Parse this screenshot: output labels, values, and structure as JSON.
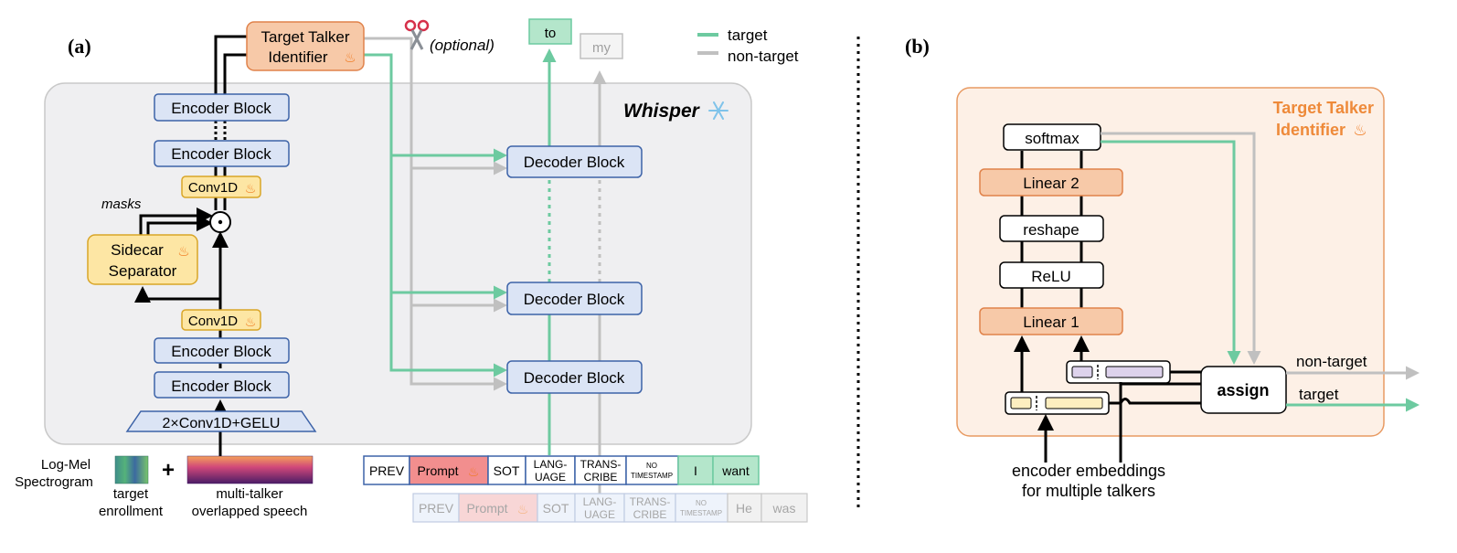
{
  "colors": {
    "target": "#6dcaa0",
    "non_target": "#c0c0c0",
    "block_fill": "#dbe4f5",
    "block_stroke": "#3d63a8",
    "yellow_fill": "#fde6a4",
    "yellow_stroke": "#d9a527",
    "orange_fill": "#f7c9a8",
    "orange_stroke": "#e0824a",
    "title_orange": "#ee8a3a",
    "whisper_bg": "#efeff1"
  },
  "panel_a": {
    "label": "(a)",
    "whisper_label": "Whisper",
    "target_talker_identifier": [
      "Target Talker",
      "Identifier"
    ],
    "optional": "(optional)",
    "encoder_block": "Encoder Block",
    "conv1d": "Conv1D",
    "masks": "masks",
    "sidecar_separator": [
      "Sidecar",
      "Separator"
    ],
    "input_layer": "2×Conv1D+GELU",
    "decoder_block": "Decoder Block",
    "logmel": [
      "Log-Mel",
      "Spectrogram"
    ],
    "plus": "+",
    "target_enrollment": [
      "target",
      "enrollment"
    ],
    "overlapped_speech": [
      "multi-talker",
      "overlapped speech"
    ],
    "output_target_token": "to",
    "output_nontarget_token": "my",
    "legend": {
      "target": "target",
      "non_target": "non-target"
    },
    "target_tokens": [
      "PREV",
      "Prompt",
      "SOT",
      "LANG-",
      "UAGE",
      "TRANS-",
      "CRIBE",
      "NO",
      "TIMESTAMP",
      "I",
      "want"
    ],
    "nontarget_tokens": [
      "PREV",
      "Prompt",
      "SOT",
      "LANG-",
      "UAGE",
      "TRANS-",
      "CRIBE",
      "NO",
      "TIMESTAMP",
      "He",
      "was"
    ]
  },
  "panel_b": {
    "label": "(b)",
    "title": [
      "Target Talker",
      "Identifier"
    ],
    "softmax": "softmax",
    "linear2": "Linear 2",
    "reshape": "reshape",
    "relu": "ReLU",
    "linear1": "Linear 1",
    "assign": "assign",
    "non_target": "non-target",
    "target": "target",
    "caption": [
      "encoder embeddings",
      "for multiple talkers"
    ]
  }
}
